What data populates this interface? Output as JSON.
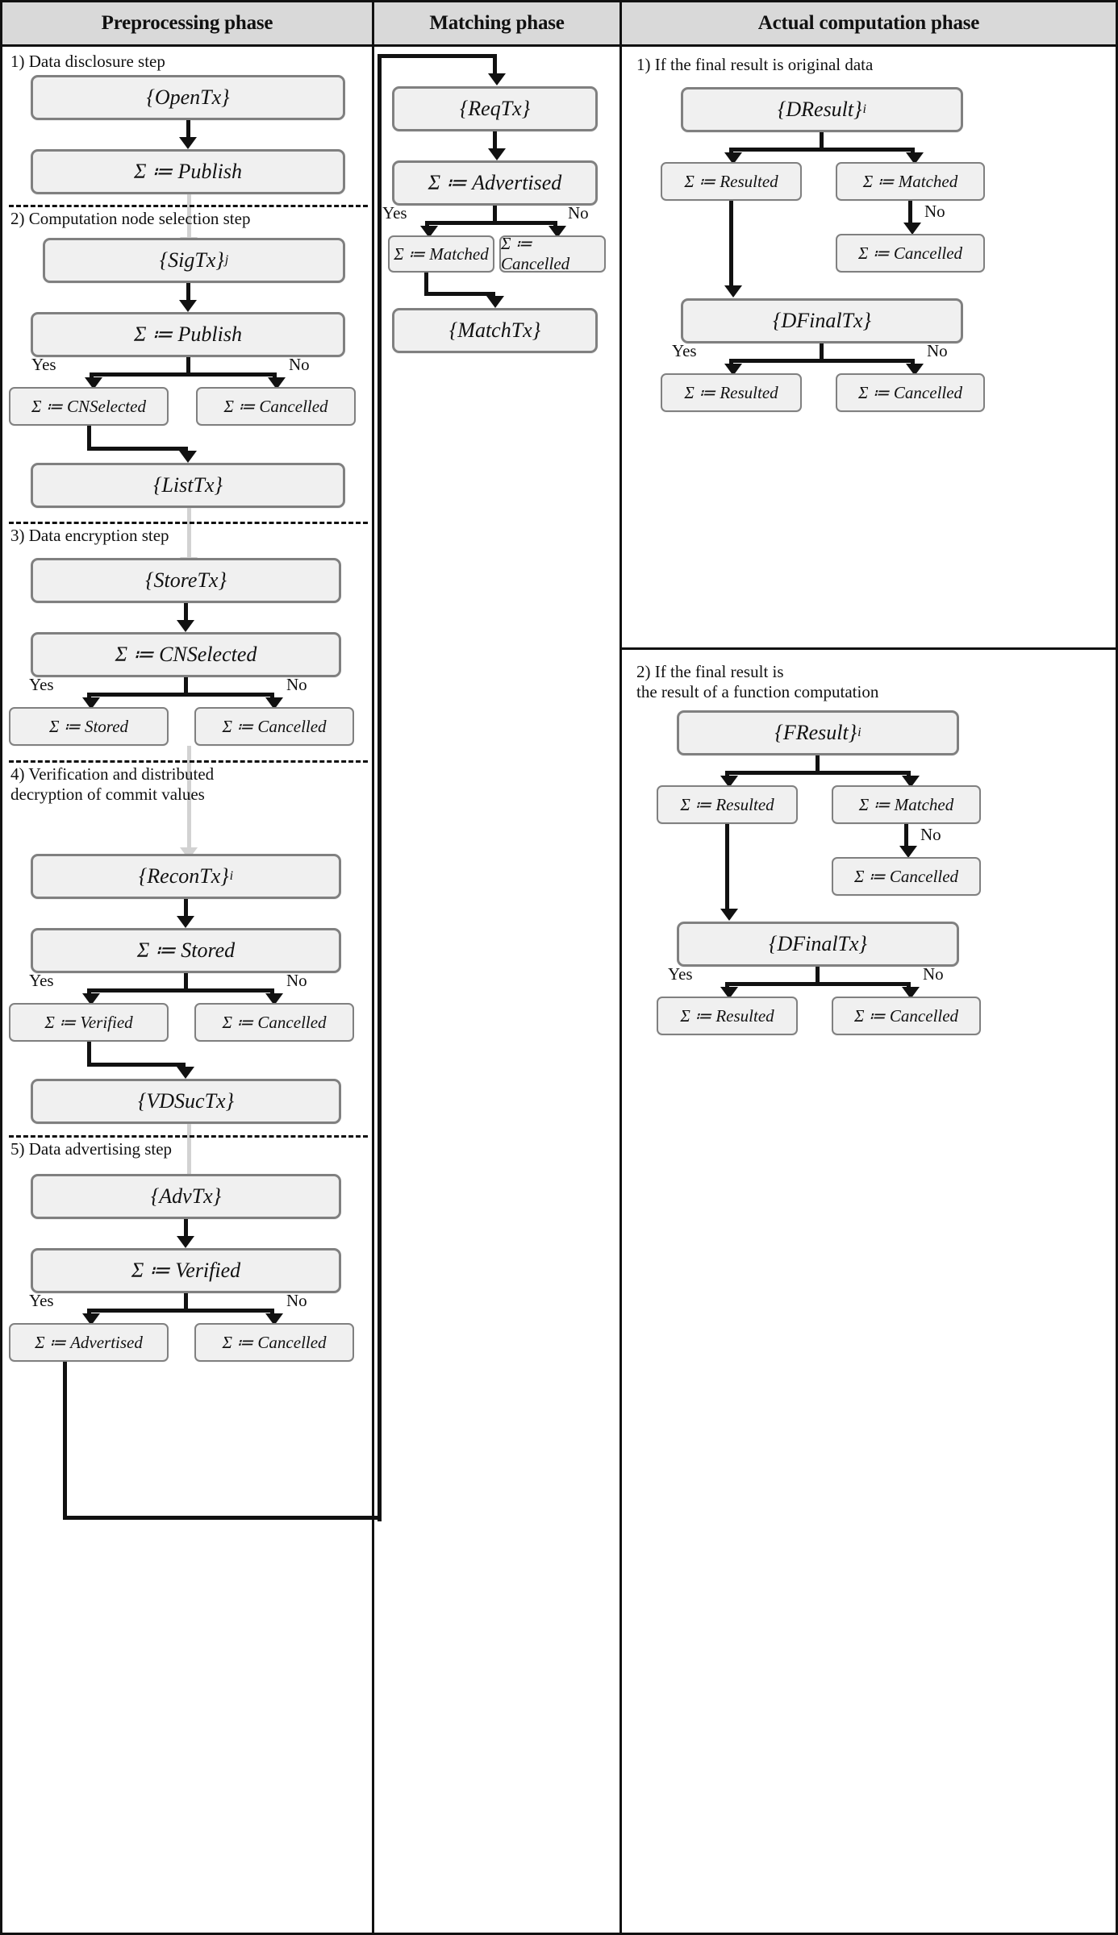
{
  "header": {
    "columns": [
      {
        "title": "Preprocessing phase"
      },
      {
        "title": "Matching phase"
      },
      {
        "title": "Actual computation phase"
      }
    ]
  },
  "labels": {
    "yes": "Yes",
    "no": "No"
  },
  "preprocessing": {
    "steps": [
      {
        "label": "1) Data disclosure step"
      },
      {
        "label": "2) Computation node selection step"
      },
      {
        "label": "3) Data encryption step"
      },
      {
        "label": "4) Verification and distributed\ndecryption of commit values"
      },
      {
        "label": "5) Data advertising step"
      }
    ],
    "nodes": {
      "open_tx": "{OpenTx}",
      "publish_1": "Σ ≔ Publish",
      "sig_tx": "{SigTx}",
      "sig_tx_sub": "j",
      "publish_2": "Σ ≔ Publish",
      "cn_selected": "Σ ≔ CNSelected",
      "cancelled_1": "Σ ≔ Cancelled",
      "list_tx": "{ListTx}",
      "store_tx": "{StoreTx}",
      "cn_selected_2": "Σ ≔ CNSelected",
      "stored_1": "Σ ≔ Stored",
      "cancelled_2": "Σ ≔ Cancelled",
      "recon_tx": "{ReconTx}",
      "recon_tx_sub": "i",
      "stored_2": "Σ ≔ Stored",
      "verified_1": "Σ ≔ Verified",
      "cancelled_3": "Σ ≔ Cancelled",
      "vdsuc_tx": "{VDSucTx}",
      "adv_tx": "{AdvTx}",
      "verified_2": "Σ ≔ Verified",
      "advertised_1": "Σ ≔ Advertised",
      "cancelled_4": "Σ ≔ Cancelled"
    }
  },
  "matching": {
    "nodes": {
      "req_tx": "{ReqTx}",
      "advertised": "Σ ≔ Advertised",
      "matched": "Σ ≔ Matched",
      "cancelled": "Σ ≔ Cancelled",
      "match_tx": "{MatchTx}"
    }
  },
  "computation": {
    "sections": [
      {
        "label": "1) If the final result is original data"
      },
      {
        "label": "2) If the final result is\nthe result of a function computation"
      }
    ],
    "nodes": {
      "d_result": "{DResult}",
      "d_result_sub": "i",
      "resulted_1": "Σ ≔ Resulted",
      "matched_1": "Σ ≔ Matched",
      "cancelled_1": "Σ ≔ Cancelled",
      "dfinal_tx_1": "{DFinalTx}",
      "resulted_2": "Σ ≔ Resulted",
      "cancelled_2": "Σ ≔ Cancelled",
      "f_result": "{FResult}",
      "f_result_sub": "i",
      "resulted_3": "Σ ≔ Resulted",
      "matched_2": "Σ ≔ Matched",
      "cancelled_3": "Σ ≔ Cancelled",
      "dfinal_tx_2": "{DFinalTx}",
      "resulted_4": "Σ ≔ Resulted",
      "cancelled_4": "Σ ≔ Cancelled"
    }
  },
  "colors": {
    "node_fill": "#f0f0f0",
    "node_border": "#808080",
    "header_fill": "#d9d9d9",
    "line": "#111111",
    "faded_line": "#d2d2d2"
  }
}
